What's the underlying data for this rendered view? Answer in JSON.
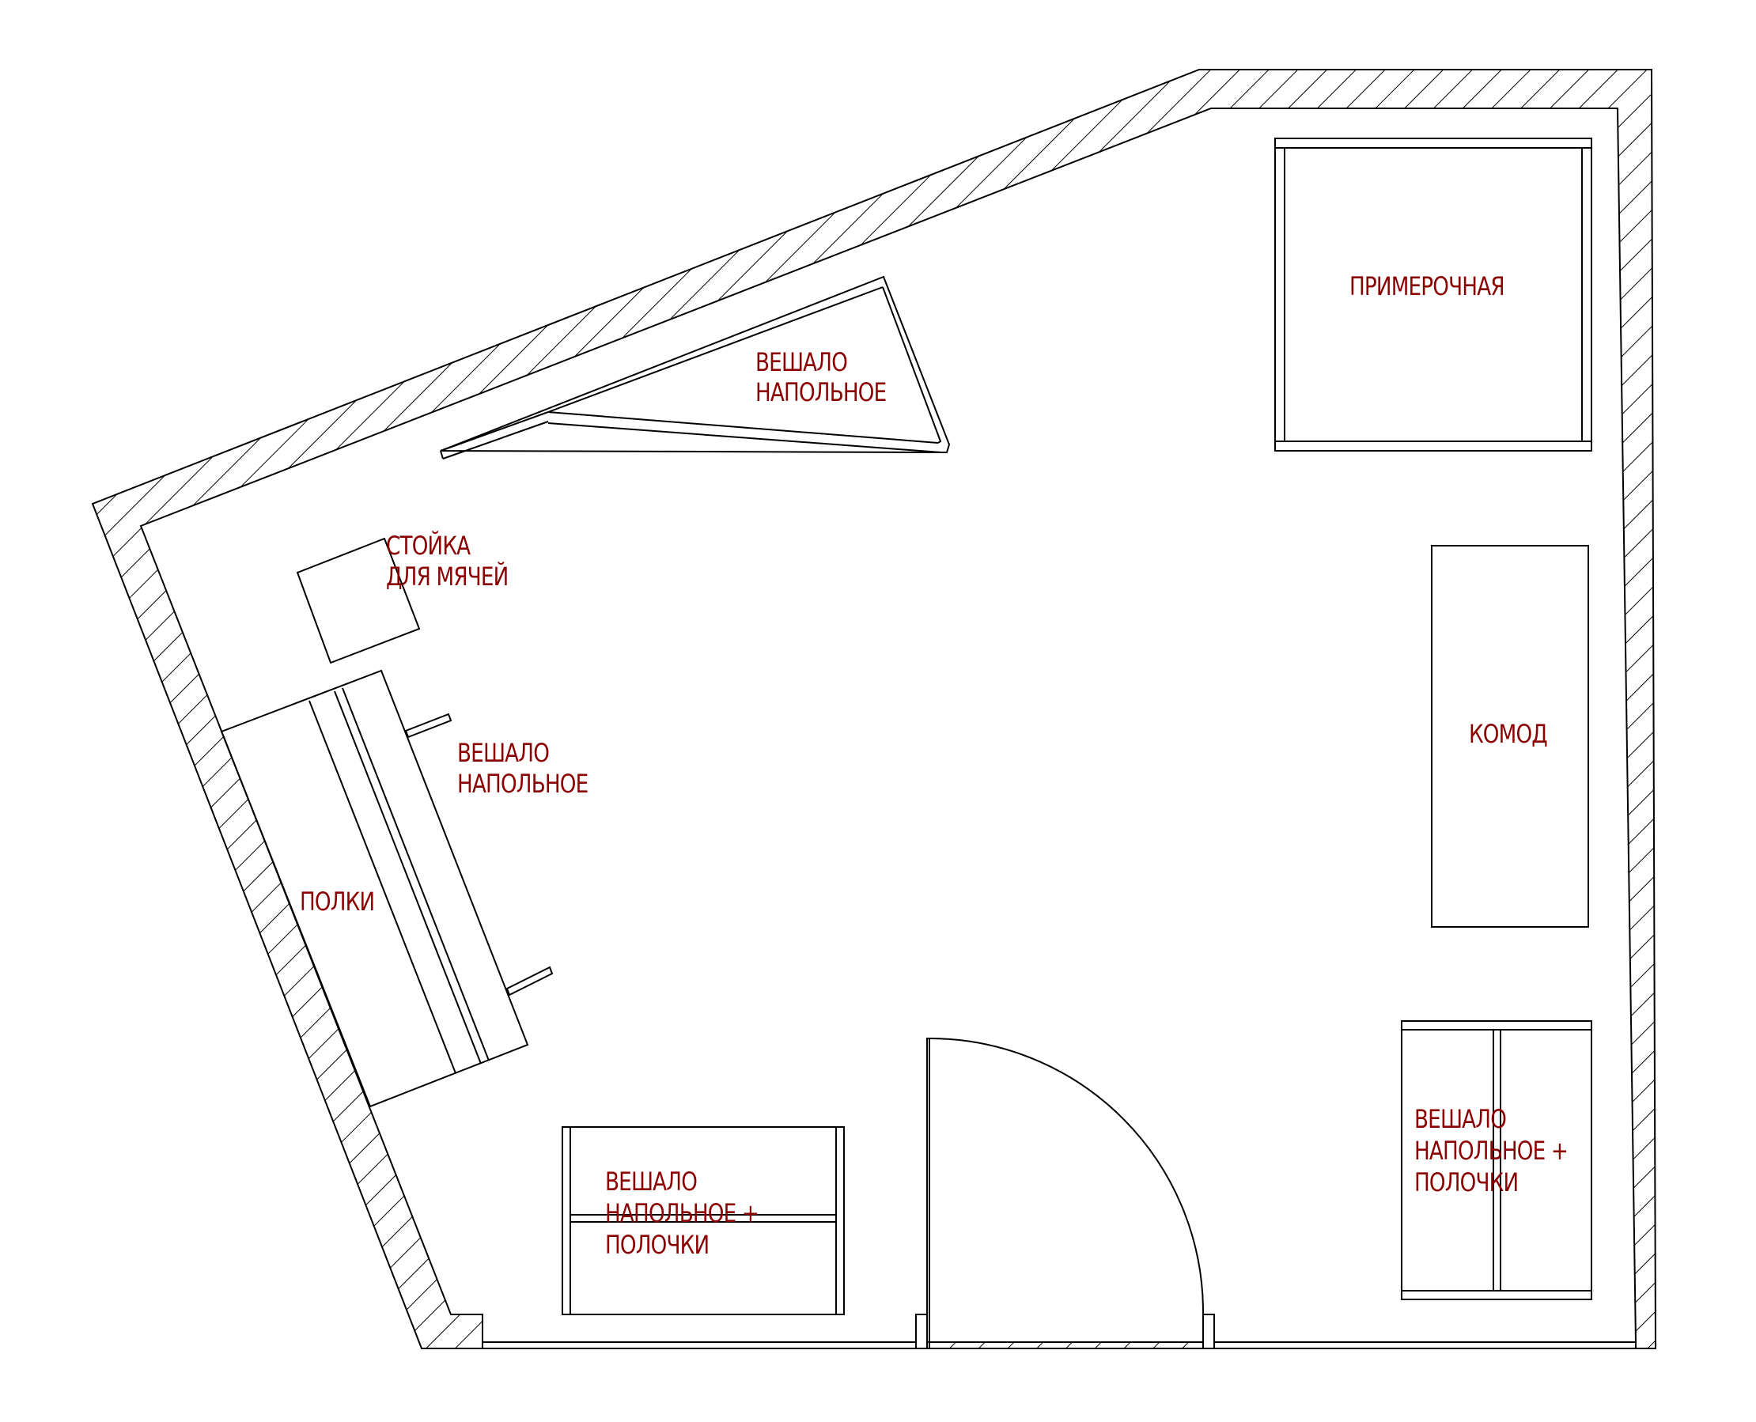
{
  "colors": {
    "line": "#000000",
    "label": "#8b0000",
    "background": "#ffffff"
  },
  "labels": {
    "fitting_room": "ПРИМЕРОЧНАЯ",
    "hanger_top": [
      "ВЕШАЛО",
      "НАПОЛЬНОЕ"
    ],
    "ball_stand": [
      "СТОЙКА",
      "ДЛЯ МЯЧЕЙ"
    ],
    "hanger_left": [
      "ВЕШАЛО",
      "НАПОЛЬНОЕ"
    ],
    "shelves": "ПОЛКИ",
    "dresser": "КОМОД",
    "hanger_bottom": [
      "ВЕШАЛО",
      "НАПОЛЬНОЕ +",
      "ПОЛОЧКИ"
    ],
    "hanger_right": [
      "ВЕШАЛО",
      "НАПОЛЬНОЕ +",
      "ПОЛОЧКИ"
    ]
  }
}
